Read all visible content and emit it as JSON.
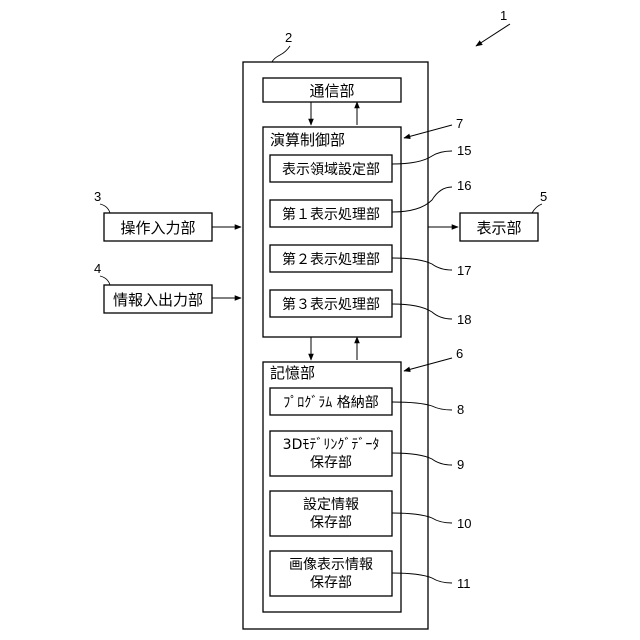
{
  "system": {
    "ref": "1"
  },
  "display_device": {
    "ref": "2"
  },
  "communication_unit": {
    "label": "通信部"
  },
  "arithmetic_control_unit": {
    "label": "演算制御部",
    "ref": "7",
    "display_area_setting": {
      "label": "表示領域設定部",
      "ref": "15"
    },
    "first_display_processing": {
      "label": "第１表示処理部",
      "ref": "16"
    },
    "second_display_processing": {
      "label": "第２表示処理部",
      "ref": "17"
    },
    "third_display_processing": {
      "label": "第３表示処理部",
      "ref": "18"
    }
  },
  "storage_unit": {
    "label": "記憶部",
    "ref": "6",
    "program_storage": {
      "label": "ﾌﾟﾛｸﾞﾗﾑ 格納部",
      "ref": "8"
    },
    "modeling_data_storage": {
      "line1": "3Dﾓﾃﾞﾘﾝｸﾞﾃﾞｰﾀ",
      "line2": "保存部",
      "ref": "9"
    },
    "setting_info_storage": {
      "line1": "設定情報",
      "line2": "保存部",
      "ref": "10"
    },
    "image_display_info_storage": {
      "line1": "画像表示情報",
      "line2": "保存部",
      "ref": "11"
    }
  },
  "operation_input_unit": {
    "label": "操作入力部",
    "ref": "3"
  },
  "information_io_unit": {
    "label": "情報入出力部",
    "ref": "4"
  },
  "display_unit": {
    "label": "表示部",
    "ref": "5"
  }
}
